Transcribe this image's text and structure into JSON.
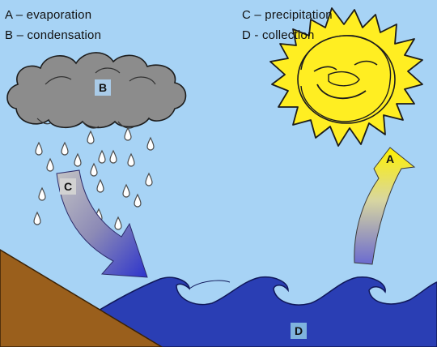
{
  "legend": {
    "a": "A – evaporation",
    "b": "B – condensation",
    "c": "C – precipitation",
    "d": "D - collection"
  },
  "labels": {
    "a": "A",
    "b": "B",
    "c": "C",
    "d": "D"
  },
  "colors": {
    "sky": "#a7d3f5",
    "cloud": "#8c8c8c",
    "sun": "#ffee22",
    "water": "#2a3eb4",
    "ground": "#9a5f1c"
  }
}
